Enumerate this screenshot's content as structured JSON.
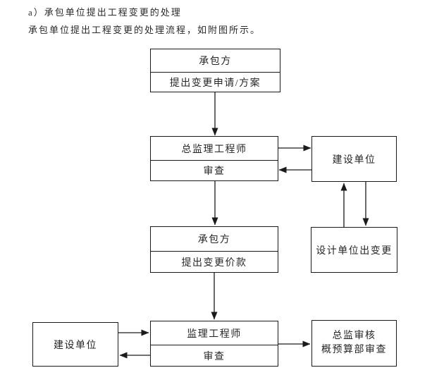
{
  "page": {
    "background_color": "#ffffff",
    "text_color": "#262626",
    "line_color": "#1a1a1a"
  },
  "header": {
    "line1": "a）承包单位提出工程变更的处理",
    "line2": "承包单位提出工程变更的处理流程，如附图所示。"
  },
  "flowchart": {
    "nodes": {
      "contractor_request": {
        "rows": [
          "承包方",
          "提出变更申请/方案"
        ]
      },
      "chief_supervision_engineer": {
        "rows": [
          "总监理工程师",
          "审查"
        ]
      },
      "construction_unit_mid": {
        "label": "建设单位"
      },
      "design_unit_change": {
        "label": "设计单位出变更"
      },
      "contractor_price": {
        "rows": [
          "承包方",
          "提出变更价款"
        ]
      },
      "construction_unit_bottom": {
        "label": "建设单位"
      },
      "supervision_engineer": {
        "rows": [
          "监理工程师",
          "审查"
        ]
      },
      "chief_audit": {
        "lines": [
          "总监审核",
          "概预算部审查"
        ]
      }
    }
  }
}
